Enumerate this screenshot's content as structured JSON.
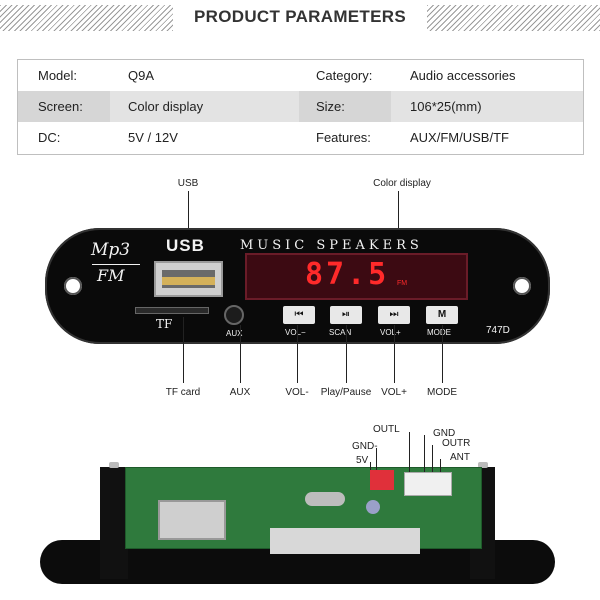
{
  "header": {
    "title": "PRODUCT PARAMETERS"
  },
  "params": [
    {
      "k1": "Model:",
      "v1": "Q9A",
      "k2": "Category:",
      "v2": "Audio accessories"
    },
    {
      "k1": "Screen:",
      "v1": "Color display",
      "k2": "Size:",
      "v2": "106*25(mm)"
    },
    {
      "k1": "DC:",
      "v1": "5V / 12V",
      "k2": "Features:",
      "v2": "AUX/FM/USB/TF"
    }
  ],
  "front_labels": {
    "usb": "USB",
    "color_display": "Color display",
    "tf_card": "TF card",
    "aux": "AUX",
    "vol_minus": "VOL-",
    "play_pause": "Play/Pause",
    "vol_plus": "VOL+",
    "mode": "MODE"
  },
  "panel": {
    "logo_mp3": "Mp3",
    "logo_fm": "FM",
    "usb": "USB",
    "brand": "MUSIC SPEAKERS",
    "tf": "TF",
    "aux": "AUX",
    "display_value": "87.5",
    "display_unit": "FM",
    "btn_vol_minus": "VOL−",
    "btn_scan": "SCAN",
    "btn_vol_plus": "VOL+",
    "btn_mode": "MODE",
    "model": "747D"
  },
  "back_labels": {
    "outl": "OUTL",
    "gnd": "GND",
    "gnd_minus": "GND-",
    "outr": "OUTR",
    "v5": "5V",
    "ant": "ANT"
  },
  "icons": {
    "prev": "prev-icon",
    "play_pause": "play-pause-icon",
    "next": "next-icon",
    "mode": "mode-icon"
  }
}
